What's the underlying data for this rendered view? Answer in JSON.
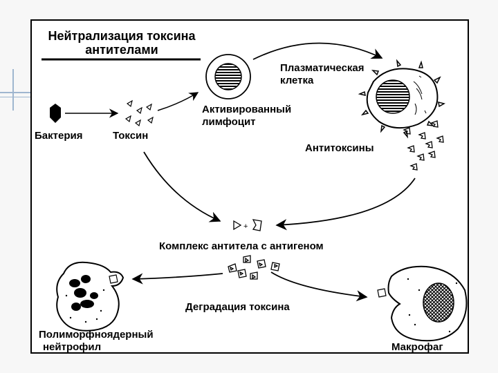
{
  "title": {
    "line1": "Нейтрализация токсина",
    "line2": "антителами"
  },
  "labels": {
    "bacteria": "Бактерия",
    "toxin": "Токсин",
    "activated_lymphocyte_1": "Активированный",
    "activated_lymphocyte_2": "лимфоцит",
    "plasma_cell_1": "Плазматическая",
    "plasma_cell_2": "клетка",
    "antitoxins": "Антитоксины",
    "complex": "Комплекс антитела с антигеном",
    "degradation": "Деградация  токсина",
    "neutrophil_1": "Полиморфноядерный",
    "neutrophil_2": "нейтрофил",
    "macrophage": "Макрофаг"
  },
  "colors": {
    "ink": "#000000",
    "frame": "#000000",
    "background": "#f7f7f7",
    "accent_lines": "#9fb6cf"
  }
}
